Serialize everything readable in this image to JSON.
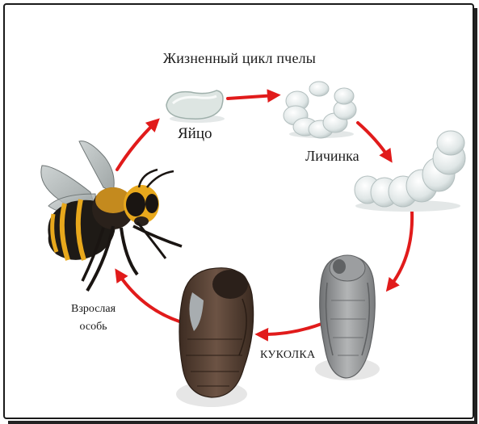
{
  "title": "Жизненный цикл пчелы",
  "stages": {
    "egg": "Яйцо",
    "larva": "Личинка",
    "pupa": "КУКОЛКА",
    "adult_line1": "Взрослая",
    "adult_line2": "особь"
  },
  "colors": {
    "arrow": "#e11b1b",
    "frame": "#1a1a1a",
    "bee_yellow": "#e8a81c",
    "bee_black": "#1e1a16",
    "larva_white": "#e9eeee",
    "pupa_grey": "#8d8f90",
    "pupa_brown": "#5a4434"
  }
}
